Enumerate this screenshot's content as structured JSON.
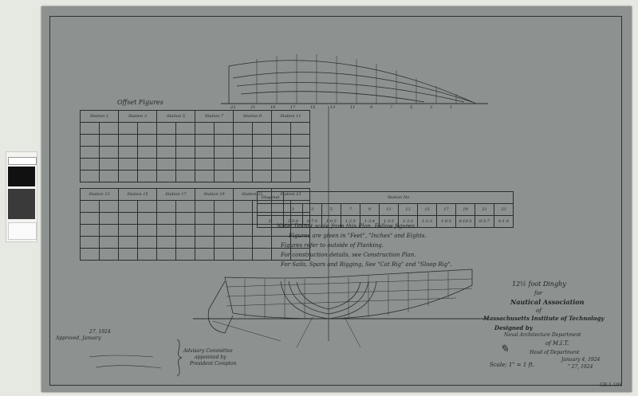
{
  "offset_heading": "Offset Figures",
  "upper_table_headers": [
    "Station 1",
    "Station 3",
    "Station 5",
    "Station 7",
    "Station 9",
    "Station 11"
  ],
  "lower_table_headers": [
    "Station 13",
    "Station 15",
    "Station 17",
    "Station 19",
    "Station 21",
    "Station 23"
  ],
  "diagonal_table": {
    "title": "Station No",
    "row_label_header": "Diagonal",
    "stations": [
      "1",
      "3",
      "5",
      "7",
      "9",
      "11",
      "13",
      "15",
      "17",
      "19",
      "21",
      "23"
    ],
    "row_label": "D",
    "values": [
      "2-5-0",
      "0-7-5",
      "1-0-5",
      "1-2-5",
      "1-3-4",
      "1-3-5",
      "1-3-2",
      "1-2-3",
      "1-0-5",
      "0-10-5",
      "0-5-7",
      "0-1-0"
    ]
  },
  "notes": [
    "Note; Do not scale from this Plan. Follow figures.",
    "Figures are given in \"Feet\", \"Inches\" and Eights.",
    "Figures refer to outside of Planking.",
    "For construction details, see Construction Plan.",
    "For Sails, Spars and Rigging, See \"Cat Rig\" and \"Sloop Rig\"."
  ],
  "title_block": {
    "title": "12½ foot Dinghy",
    "for": "for",
    "client": "Nautical Association",
    "of": "of",
    "institution": "Massachusetts Institute of Technology",
    "designed_by": "Designed by",
    "department": "Naval Architecture Department",
    "of_mit": "of M.I.T.",
    "head": "Head of Department",
    "scale": "Scale; 1\" = 1 ft.",
    "date1": "January 4, 1924",
    "date2": "\" 27, 1924"
  },
  "approval": {
    "approved": "Approved, January",
    "date": "27, 1924",
    "committee": "Advisory Committee",
    "appointed": "appointed by",
    "president": "President Compton"
  },
  "profile_station_numbers": [
    "23",
    "21",
    "19",
    "17",
    "15",
    "13",
    "11",
    "9",
    "7",
    "5",
    "3",
    "1"
  ],
  "catalog_number": "GB.1.198",
  "colors": {
    "paper": "#8d918f",
    "ink": "#1f2326",
    "background": "#e6e8e2"
  }
}
